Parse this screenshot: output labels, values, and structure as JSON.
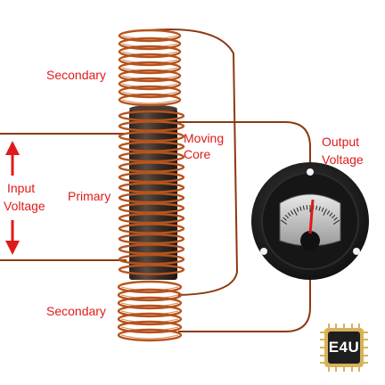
{
  "labels": {
    "secondary_top": "Secondary",
    "secondary_bottom": "Secondary",
    "primary": "Primary",
    "moving_core_line1": "Moving",
    "moving_core_line2": "Core",
    "input_line1": "Input",
    "input_line2": "Voltage",
    "output_line1": "Output",
    "output_line2": "Voltage"
  },
  "logo": {
    "text": "E4U",
    "icon": "chip-icon"
  },
  "colors": {
    "label": "#e01a1a",
    "wire": "#8a3a10",
    "coil": "#b5541e",
    "core": "#3a2f2a",
    "arrow": "#e01a1a",
    "needle": "#e01a1a",
    "logo_gold": "#d8b25a",
    "logo_body": "#1e1e1e"
  },
  "icons": [
    "up-arrow-icon",
    "down-arrow-icon",
    "voltmeter-icon",
    "meter-needle-icon",
    "chip-icon"
  ]
}
